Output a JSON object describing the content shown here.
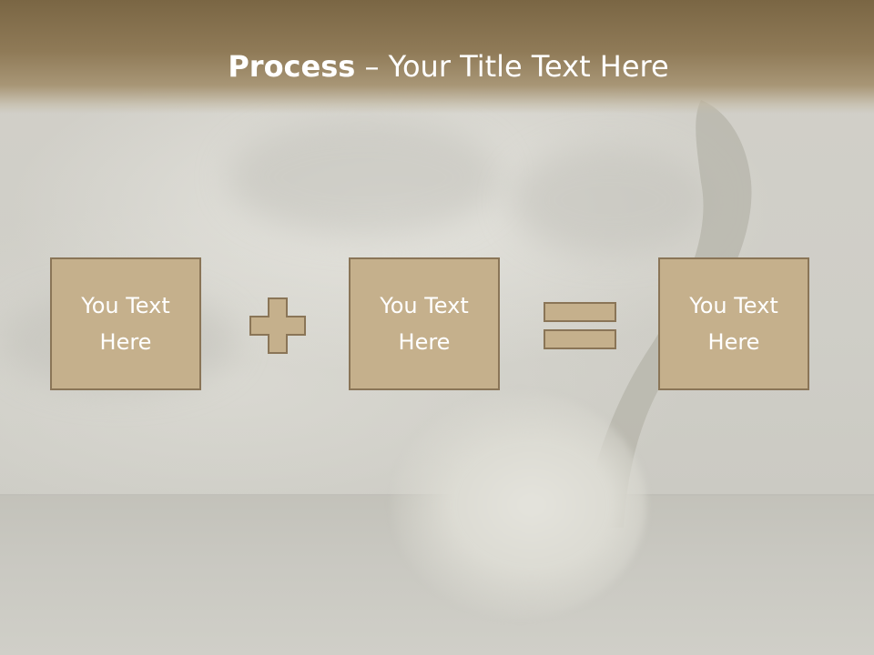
{
  "slide": {
    "title_bold": "Process",
    "title_dash": " – ",
    "title_rest": "Your Title Text Here",
    "colors": {
      "header": "#8f7a57",
      "box_fill": "#c5b08c",
      "box_border": "#8a7557",
      "text": "#ffffff"
    }
  },
  "process": {
    "boxes": [
      {
        "label": "You Text Here"
      },
      {
        "label": "You Text Here"
      },
      {
        "label": "You Text Here"
      }
    ],
    "operators": [
      "plus-icon",
      "equals-icon"
    ]
  }
}
